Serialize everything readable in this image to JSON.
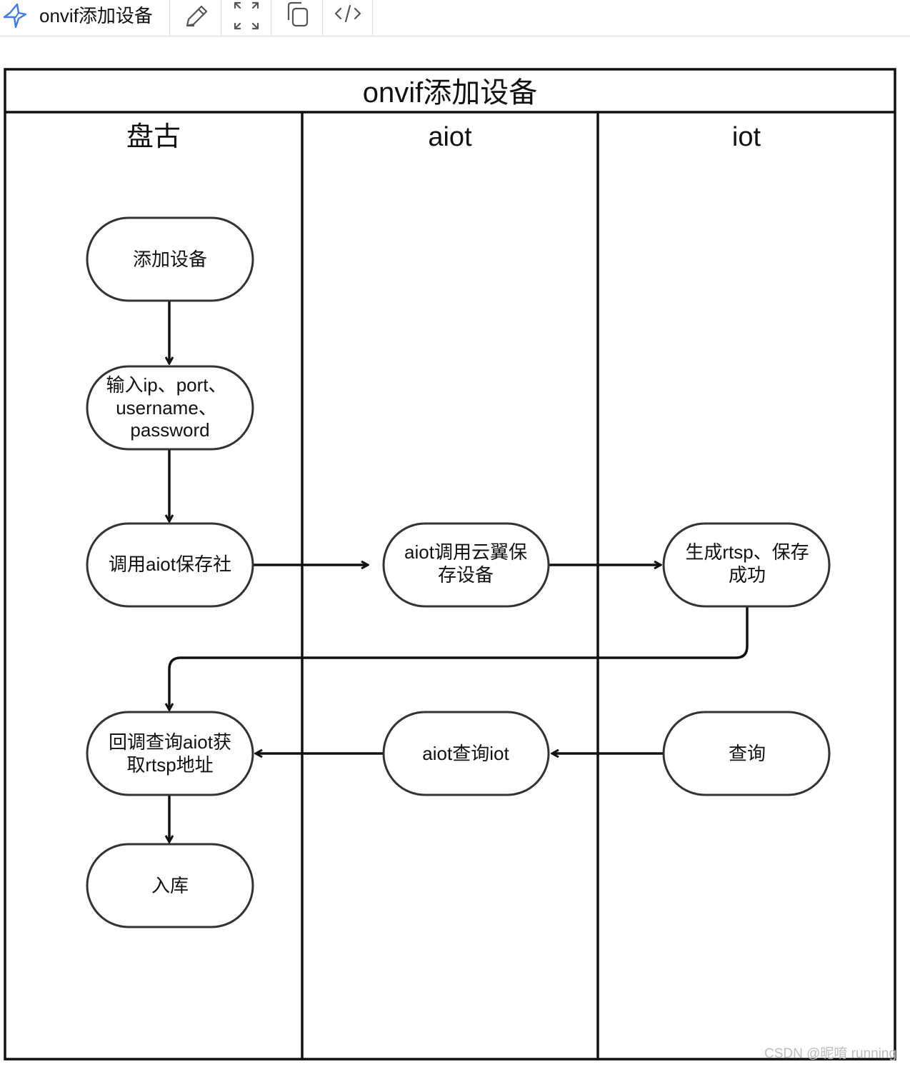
{
  "toolbar": {
    "title": "onvif添加设备",
    "buttons": [
      {
        "name": "edit-button",
        "icon": "pencil-icon"
      },
      {
        "name": "fullscreen-button",
        "icon": "expand-icon"
      },
      {
        "name": "copy-button",
        "icon": "copy-icon"
      },
      {
        "name": "code-button",
        "icon": "code-icon"
      }
    ]
  },
  "diagram": {
    "title": "onvif添加设备",
    "lanes": [
      {
        "label": "盘古"
      },
      {
        "label": "aiot"
      },
      {
        "label": "iot"
      }
    ],
    "nodes": {
      "add_device": [
        "添加设备"
      ],
      "input_params": [
        "输入ip、port、",
        "username、",
        "password"
      ],
      "call_aiot_save": [
        "调用aiot保存社"
      ],
      "aiot_call_cloud": [
        "aiot调用云翼保",
        "存设备"
      ],
      "gen_rtsp": [
        "生成rtsp、保存",
        "成功"
      ],
      "callback_query": [
        "回调查询aiot获",
        "取rtsp地址"
      ],
      "aiot_query_iot": [
        "aiot查询iot"
      ],
      "query": [
        "查询"
      ],
      "store": [
        "入库"
      ]
    }
  },
  "watermark": "CSDN @昵唷 running",
  "colors": {
    "line": "#111111",
    "node_border": "#333333",
    "toolbar_divider": "#dcdcdc",
    "logo_blue": "#3d7bf0",
    "watermark": "#bdbdbd"
  }
}
